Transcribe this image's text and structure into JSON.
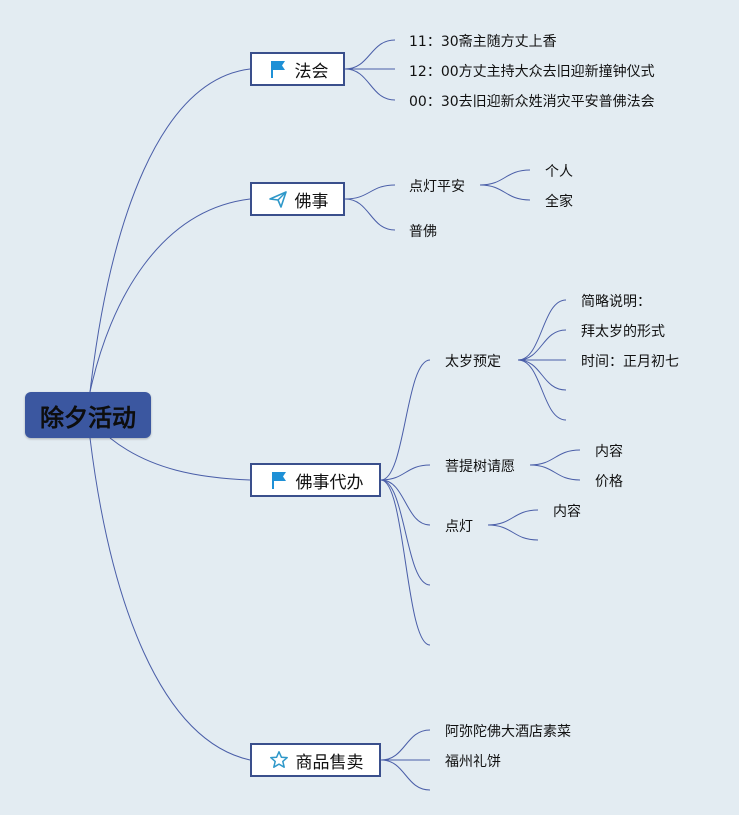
{
  "root": {
    "label": "除夕活动"
  },
  "topics": [
    {
      "label": "法会",
      "icon": "flag-icon",
      "children": [
        {
          "label": "11：30斋主随方丈上香"
        },
        {
          "label": "12：00方丈主持大众去旧迎新撞钟仪式"
        },
        {
          "label": "00：30去旧迎新众姓消灾平安普佛法会"
        }
      ]
    },
    {
      "label": "佛事",
      "icon": "paper-plane-icon",
      "children": [
        {
          "label": "点灯平安",
          "children": [
            {
              "label": "个人"
            },
            {
              "label": "全家"
            }
          ]
        },
        {
          "label": "普佛"
        }
      ]
    },
    {
      "label": "佛事代办",
      "icon": "flag-icon",
      "children": [
        {
          "label": "太岁预定",
          "children": [
            {
              "label": "简略说明："
            },
            {
              "label": "拜太岁的形式"
            },
            {
              "label": "时间：正月初七"
            },
            {
              "label": ""
            },
            {
              "label": ""
            }
          ]
        },
        {
          "label": "菩提树请愿",
          "children": [
            {
              "label": "内容"
            },
            {
              "label": "价格"
            }
          ]
        },
        {
          "label": "点灯",
          "children": [
            {
              "label": "内容"
            },
            {
              "label": ""
            }
          ]
        },
        {
          "label": ""
        },
        {
          "label": ""
        }
      ]
    },
    {
      "label": "商品售卖",
      "icon": "star-icon",
      "children": [
        {
          "label": "阿弥陀佛大酒店素菜"
        },
        {
          "label": "福州礼饼"
        },
        {
          "label": ""
        }
      ]
    }
  ],
  "colors": {
    "background": "#e3ecf2",
    "root_fill": "#3b57a0",
    "topic_border": "#3a4f8c",
    "line": "#4a5ea8",
    "flag_icon": "#1e90d6",
    "plane_icon": "#2f98c9",
    "star_icon": "#2f98c9"
  }
}
